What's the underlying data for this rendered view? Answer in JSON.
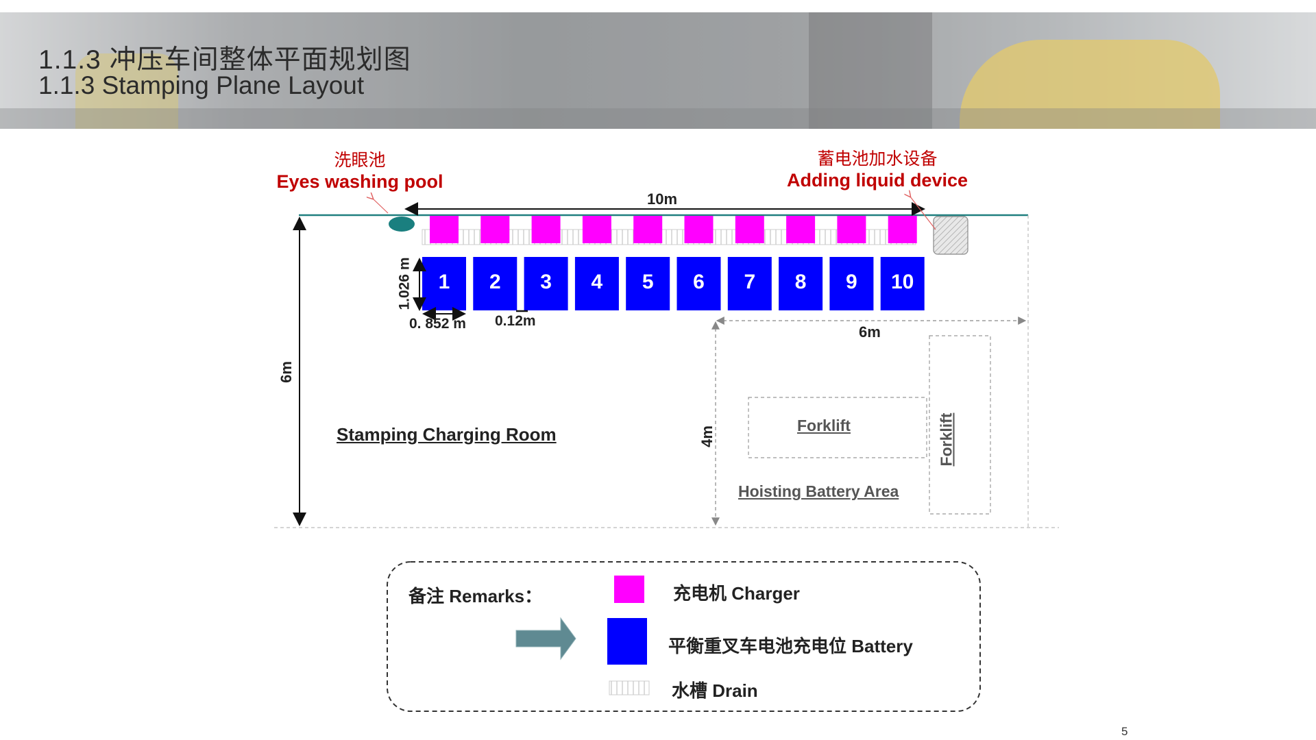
{
  "header": {
    "title_cn": "1.1.3 冲压车间整体平面规划图",
    "title_en": "1.1.3  Stamping Plane Layout"
  },
  "labels": {
    "eye_wash_cn": "洗眼池",
    "eye_wash_en": "Eyes washing pool",
    "adding_liquid_cn": "蓄电池加水设备",
    "adding_liquid_en": "Adding liquid device"
  },
  "dimensions": {
    "top_width": "10m",
    "left_height": "6m",
    "battery_height": "1.026 m",
    "battery_width": "0. 852 m",
    "gap": "0.12m",
    "hoisting_width": "6m",
    "hoisting_height": "4m"
  },
  "slots": [
    "1",
    "2",
    "3",
    "4",
    "5",
    "6",
    "7",
    "8",
    "9",
    "10"
  ],
  "areas": {
    "charging_room": "Stamping Charging Room",
    "forklift_horizontal": "Forklift",
    "forklift_vertical": "Forklift",
    "hoisting_area": "Hoisting Battery Area"
  },
  "legend": {
    "title": "备注 Remarks：",
    "charger": "充电机 Charger",
    "battery": "平衡重叉车电池充电位 Battery",
    "drain": "水槽 Drain"
  },
  "colors": {
    "charger": "#ff00ff",
    "battery": "#0000ff",
    "wall": "#1f7f7f",
    "eye_pool": "#1a7f7f",
    "red_text": "#c00000",
    "arrow": "#5f8a92"
  },
  "page_number": "5"
}
